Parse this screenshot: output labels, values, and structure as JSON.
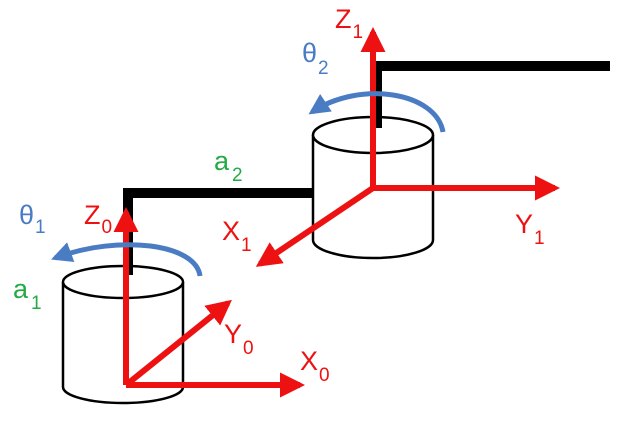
{
  "colors": {
    "axis": "#ee1111",
    "rotation": "#4a7cc4",
    "link_length": "#22aa44",
    "arm": "#000000",
    "cylinder_fill": "#ffffff",
    "cylinder_stroke": "#000000"
  },
  "joints": [
    {
      "id": "joint-0",
      "frame_axes": [
        {
          "base": "Z",
          "sub": "0"
        },
        {
          "base": "Y",
          "sub": "0"
        },
        {
          "base": "X",
          "sub": "0"
        }
      ],
      "angle": {
        "base": "θ",
        "sub": "1"
      },
      "link_length": {
        "base": "a",
        "sub": "1"
      }
    },
    {
      "id": "joint-1",
      "frame_axes": [
        {
          "base": "Z",
          "sub": "1"
        },
        {
          "base": "Y",
          "sub": "1"
        },
        {
          "base": "X",
          "sub": "1"
        }
      ],
      "angle": {
        "base": "θ",
        "sub": "2"
      },
      "link_length": {
        "base": "a",
        "sub": "2"
      }
    }
  ]
}
